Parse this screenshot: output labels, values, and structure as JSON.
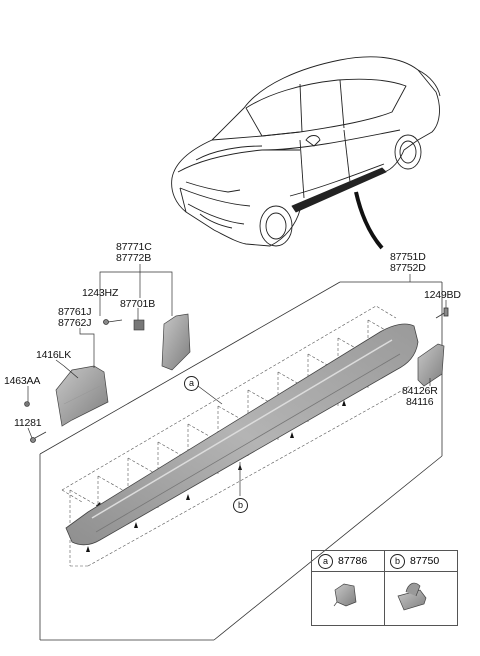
{
  "labels": {
    "p87771C": "87771C",
    "p87772B": "87772B",
    "p1243HZ": "1243HZ",
    "p87701B": "87701B",
    "p87761J": "87761J",
    "p87762J": "87762J",
    "p1416LK": "1416LK",
    "p1463AA": "1463AA",
    "p11281": "11281",
    "p87751D": "87751D",
    "p87752D": "87752D",
    "p1249BD": "1249BD",
    "p84126R": "84126R",
    "p84116": "84116"
  },
  "callouts": {
    "a": "a",
    "b": "b"
  },
  "legend": {
    "a_letter": "a",
    "a_part": "87786",
    "b_letter": "b",
    "b_part": "87750"
  }
}
